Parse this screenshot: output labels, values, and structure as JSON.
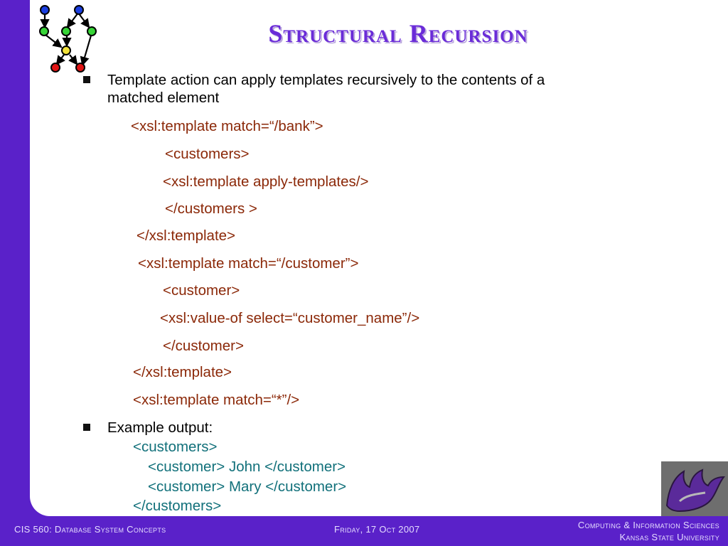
{
  "title": "Structural Recursion",
  "bullets": {
    "b1_line1": "Template action can apply templates recursively to the contents of a",
    "b1_line2": "matched element",
    "b2": "Example output:"
  },
  "code_lines": [
    "<xsl:template match=“/bank”>",
    "<customers>",
    "<xsl:template apply-templates/>",
    "</customers >",
    "</xsl:template>",
    "<xsl:template match=“/customer”>",
    "<customer>",
    "<xsl:value-of select=“customer_name”/>",
    "</customer>",
    "</xsl:template>",
    "<xsl:template match=“*”/>"
  ],
  "output_lines": [
    "<customers>",
    "<customer> John </customer>",
    "<customer> Mary </customer>",
    "</customers>"
  ],
  "footer": {
    "course": "CIS 560: Database System Concepts",
    "date": "Friday, 17 Oct 2007",
    "dept_line1": "Computing & Information Sciences",
    "dept_line2": "Kansas State University"
  },
  "colors": {
    "background": "#5a21c9",
    "title": "#6a2bd8",
    "code": "#8b2808",
    "output": "#11707a"
  },
  "icons": {
    "logo": "graph-network-icon",
    "wildcat": "kstate-wildcat-logo"
  }
}
